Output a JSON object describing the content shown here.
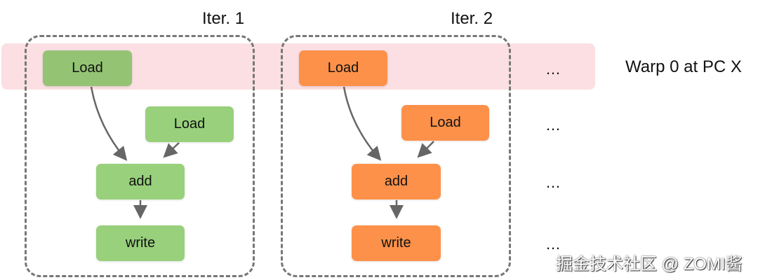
{
  "colors": {
    "green": "#98d07c",
    "green_highlight": "#94c374",
    "orange": "#fd9149",
    "highlight_band": "#fbdfe3",
    "arrow": "#666666"
  },
  "iterations": [
    {
      "label": "Iter. 1",
      "nodes": {
        "load_a": "Load",
        "load_b": "Load",
        "add": "add",
        "write": "write"
      }
    },
    {
      "label": "Iter. 2",
      "nodes": {
        "load_a": "Load",
        "load_b": "Load",
        "add": "add",
        "write": "write"
      }
    }
  ],
  "ellipses": [
    "…",
    "…",
    "…",
    "…"
  ],
  "warp_label": "Warp 0 at PC X",
  "watermark": "掘金技术社区 @ ZOMI酱"
}
